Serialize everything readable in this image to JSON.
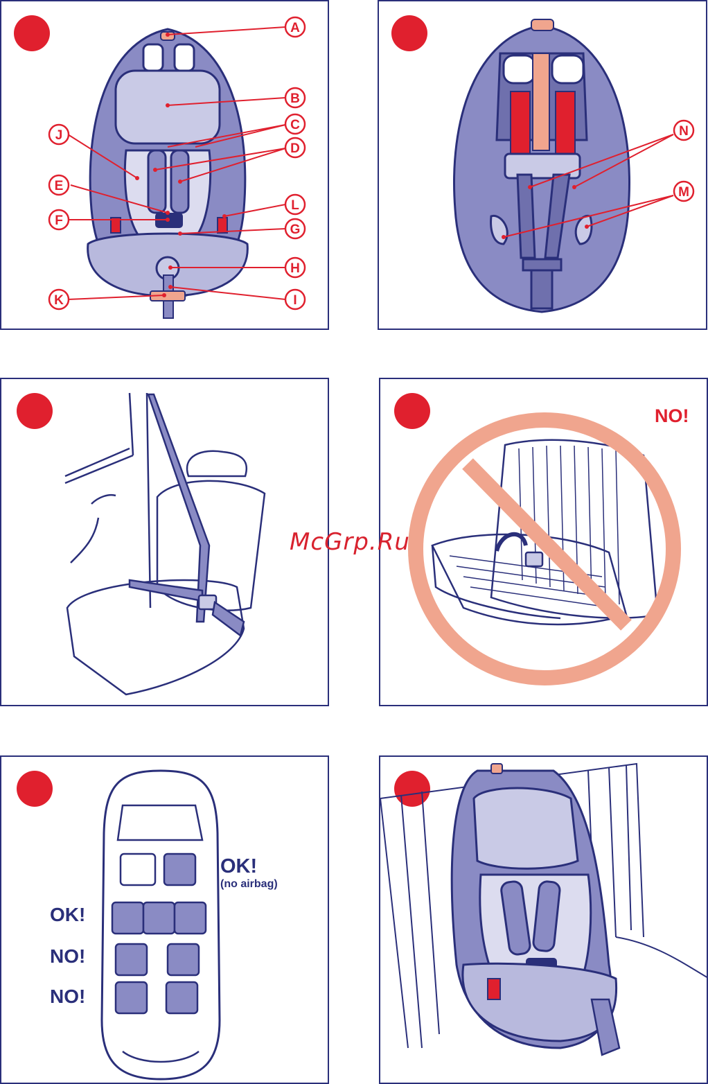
{
  "panel1": {
    "callouts": [
      "A",
      "B",
      "C",
      "D",
      "E",
      "F",
      "G",
      "H",
      "I",
      "J",
      "K",
      "L"
    ]
  },
  "panel2": {
    "callouts": [
      "N",
      "M"
    ]
  },
  "panel4": {
    "warning": "NO!"
  },
  "panel5": {
    "front_ok": "OK!",
    "front_note": "(no airbag)",
    "rear_ok": "OK!",
    "side_no_1": "NO!",
    "side_no_2": "NO!"
  },
  "watermark": "McGrp.Ru",
  "colors": {
    "outline": "#2a2f7a",
    "seat_fill": "#8a8bc4",
    "seat_light": "#c9cae6",
    "accent_red": "#e0202e",
    "prohibit": "#f0a58e"
  }
}
